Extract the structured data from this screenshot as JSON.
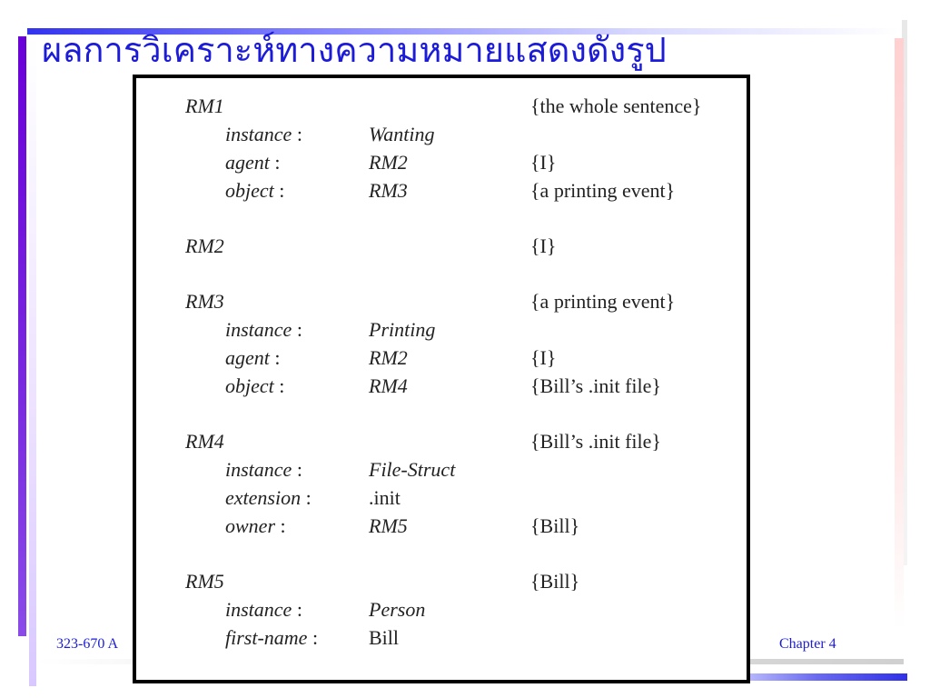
{
  "slide": {
    "title": "ผลการวิเคราะห์ทางความหมายแสดงดังรูป",
    "footer_left": "323-670 A",
    "footer_right": "Chapter 4"
  },
  "frames": [
    {
      "name": "RM1",
      "note": "{the whole sentence}",
      "slots": [
        {
          "label": "instance",
          "value": "Wanting",
          "italic": true,
          "note": ""
        },
        {
          "label": "agent",
          "value": "RM2",
          "italic": true,
          "note": "{I}"
        },
        {
          "label": "object",
          "value": "RM3",
          "italic": true,
          "note": "{a printing event}"
        }
      ]
    },
    {
      "name": "RM2",
      "note": "{I}",
      "slots": []
    },
    {
      "name": "RM3",
      "note": "{a printing event}",
      "slots": [
        {
          "label": "instance",
          "value": "Printing",
          "italic": true,
          "note": ""
        },
        {
          "label": "agent",
          "value": "RM2",
          "italic": true,
          "note": "{I}"
        },
        {
          "label": "object",
          "value": "RM4",
          "italic": true,
          "note": "{Bill’s .init file}"
        }
      ]
    },
    {
      "name": "RM4",
      "note": "{Bill’s .init file}",
      "slots": [
        {
          "label": "instance",
          "value": "File-Struct",
          "italic": true,
          "note": ""
        },
        {
          "label": "extension",
          "value": ".init",
          "italic": false,
          "note": ""
        },
        {
          "label": "owner",
          "value": "RM5",
          "italic": true,
          "note": "{Bill}"
        }
      ]
    },
    {
      "name": "RM5",
      "note": "{Bill}",
      "slots": [
        {
          "label": "instance",
          "value": "Person",
          "italic": true,
          "note": ""
        },
        {
          "label": "first-name",
          "value": "Bill",
          "italic": false,
          "note": ""
        }
      ]
    }
  ]
}
